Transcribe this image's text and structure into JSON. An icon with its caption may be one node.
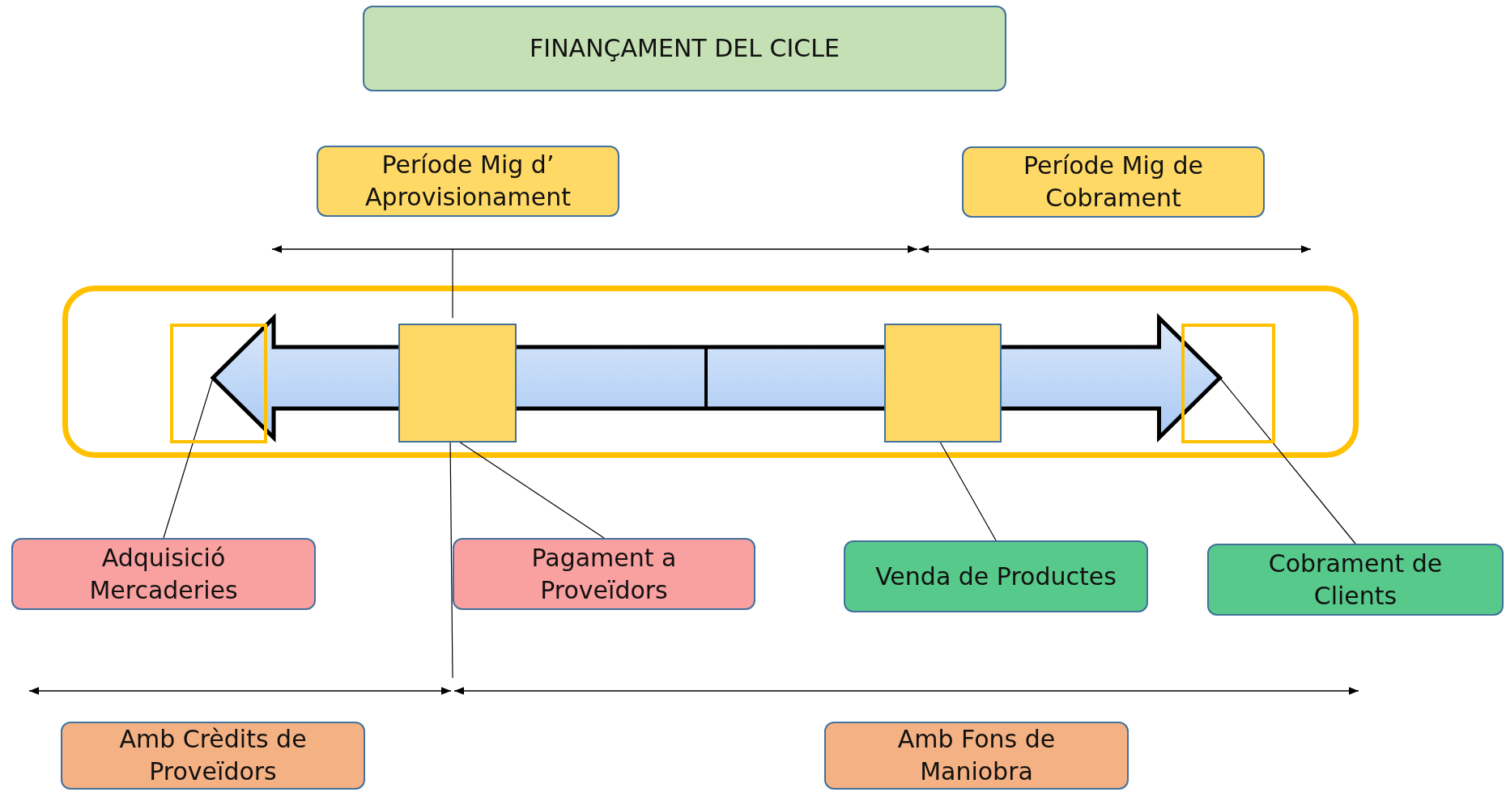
{
  "diagram": {
    "nodes": [
      {
        "text": [
          "FINANÇAMENT DEL CICLE"
        ]
      },
      {
        "text": [
          "Període Mig d’ Aprovisionament"
        ]
      },
      {
        "text": [
          "Període Mig de Cobrament"
        ]
      },
      {
        "text": [],
        "shape": "box"
      },
      {
        "text": [],
        "shape": "box",
        "in": 3
      },
      {
        "text": [],
        "shape": "box",
        "in": 3
      },
      {
        "text": [],
        "shape": "box",
        "in": 3
      },
      {
        "text": [],
        "shape": "box",
        "in": 3
      },
      {
        "text": [
          "Adquisició Mercaderies"
        ]
      },
      {
        "text": [
          "Pagament a Proveïdors"
        ]
      },
      {
        "text": [
          "Venda de Productes"
        ]
      },
      {
        "text": [
          "Cobrament de Clients"
        ]
      },
      {
        "text": [
          "Amb Crèdits de Proveïdors"
        ]
      },
      {
        "text": [
          "Amb Fons de Maniobra"
        ]
      }
    ],
    "edges": [
      {
        "from": 4,
        "to": 7,
        "arrow": "both",
        "style": "thick"
      },
      {
        "from": 8,
        "to": 4,
        "arrow": "none"
      },
      {
        "from": 9,
        "to": 5,
        "arrow": "none"
      },
      {
        "from": 10,
        "to": 6,
        "arrow": "none"
      },
      {
        "from": 11,
        "to": 7,
        "arrow": "none"
      }
    ]
  }
}
